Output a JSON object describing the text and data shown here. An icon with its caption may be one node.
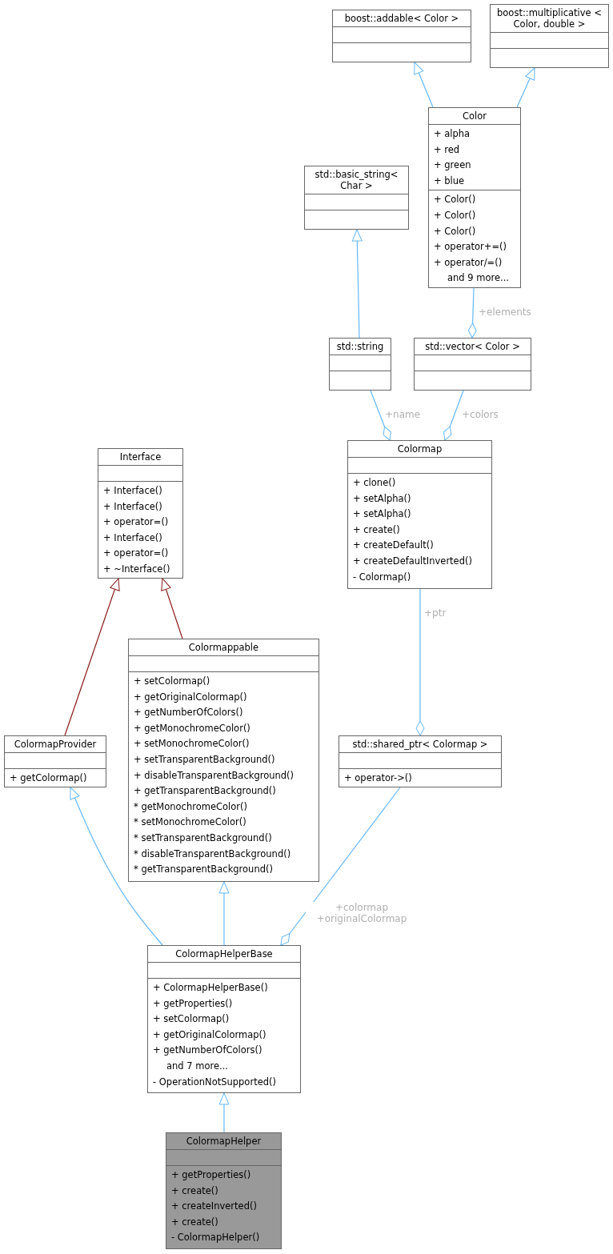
{
  "diagram": {
    "nodes": [
      {
        "text": [
          "boost::addable< Color >"
        ]
      },
      {
        "text": [
          "boost::multiplicative < Color, double >"
        ]
      },
      {
        "text": [
          "std::basic_string< Char >"
        ]
      },
      {
        "text": [
          "Color",
          "+ alpha",
          "+ red",
          "+ green",
          "+ blue",
          "+ Color()",
          "+ Color()",
          "+ Color()",
          "+ operator+=()",
          "+ operator/=()",
          "and 9 more..."
        ]
      },
      {
        "text": [
          "std::string"
        ]
      },
      {
        "text": [
          "std::vector< Color >"
        ]
      },
      {
        "text": [
          "Interface",
          "+ Interface()",
          "+ Interface()",
          "+ operator=()",
          "+ Interface()",
          "+ operator=()",
          "+ ~Interface()"
        ]
      },
      {
        "text": [
          "Colormap",
          "+ clone()",
          "+ setAlpha()",
          "+ setAlpha()",
          "+ create()",
          "+ createDefault()",
          "+ createDefaultInverted()",
          "- Colormap()"
        ]
      },
      {
        "text": [
          "ColormapProvider",
          "+ getColormap()"
        ]
      },
      {
        "text": [
          "Colormappable",
          "+ setColormap()",
          "+ getOriginalColormap()",
          "+ getNumberOfColors()",
          "+ getMonochromeColor()",
          "+ setMonochromeColor()",
          "+ setTransparentBackground()",
          "+ disableTransparentBackground()",
          "+ getTransparentBackground()",
          "* getMonochromeColor()",
          "* setMonochromeColor()",
          "* setTransparentBackground()",
          "* disableTransparentBackground()",
          "* getTransparentBackground()"
        ]
      },
      {
        "text": [
          "std::shared_ptr< Colormap >",
          "+ operator->()"
        ]
      },
      {
        "text": [
          "ColormapHelperBase",
          "+ ColormapHelperBase()",
          "+ getProperties()",
          "+ setColormap()",
          "+ getOriginalColormap()",
          "+ getNumberOfColors()",
          "and 7 more...",
          "- OperationNotSupported()"
        ]
      },
      {
        "text": [
          "ColormapHelper",
          "+ getProperties()",
          "+ create()",
          "+ createInverted()",
          "+ create()",
          "- ColormapHelper()"
        ]
      }
    ],
    "edges": [
      {
        "from": 3,
        "to": 0,
        "arrow": "to"
      },
      {
        "from": 3,
        "to": 1,
        "arrow": "to"
      },
      {
        "from": 4,
        "to": 2,
        "arrow": "to"
      },
      {
        "from": 3,
        "to": 5,
        "arrow": "other",
        "label": "+elements"
      },
      {
        "from": 4,
        "to": 7,
        "arrow": "other",
        "label": "+name"
      },
      {
        "from": 5,
        "to": 7,
        "arrow": "other",
        "label": "+colors"
      },
      {
        "from": 8,
        "to": 6,
        "arrow": "to",
        "color": "#8b1a1a"
      },
      {
        "from": 9,
        "to": 6,
        "arrow": "to",
        "color": "#8b1a1a"
      },
      {
        "from": 7,
        "to": 10,
        "arrow": "other",
        "label": "+ptr"
      },
      {
        "from": 11,
        "to": 8,
        "arrow": "to"
      },
      {
        "from": 11,
        "to": 9,
        "arrow": "to"
      },
      {
        "from": 10,
        "to": 11,
        "arrow": "other",
        "label": "+colormap +originalColormap"
      },
      {
        "from": 12,
        "to": 11,
        "arrow": "to"
      }
    ]
  }
}
